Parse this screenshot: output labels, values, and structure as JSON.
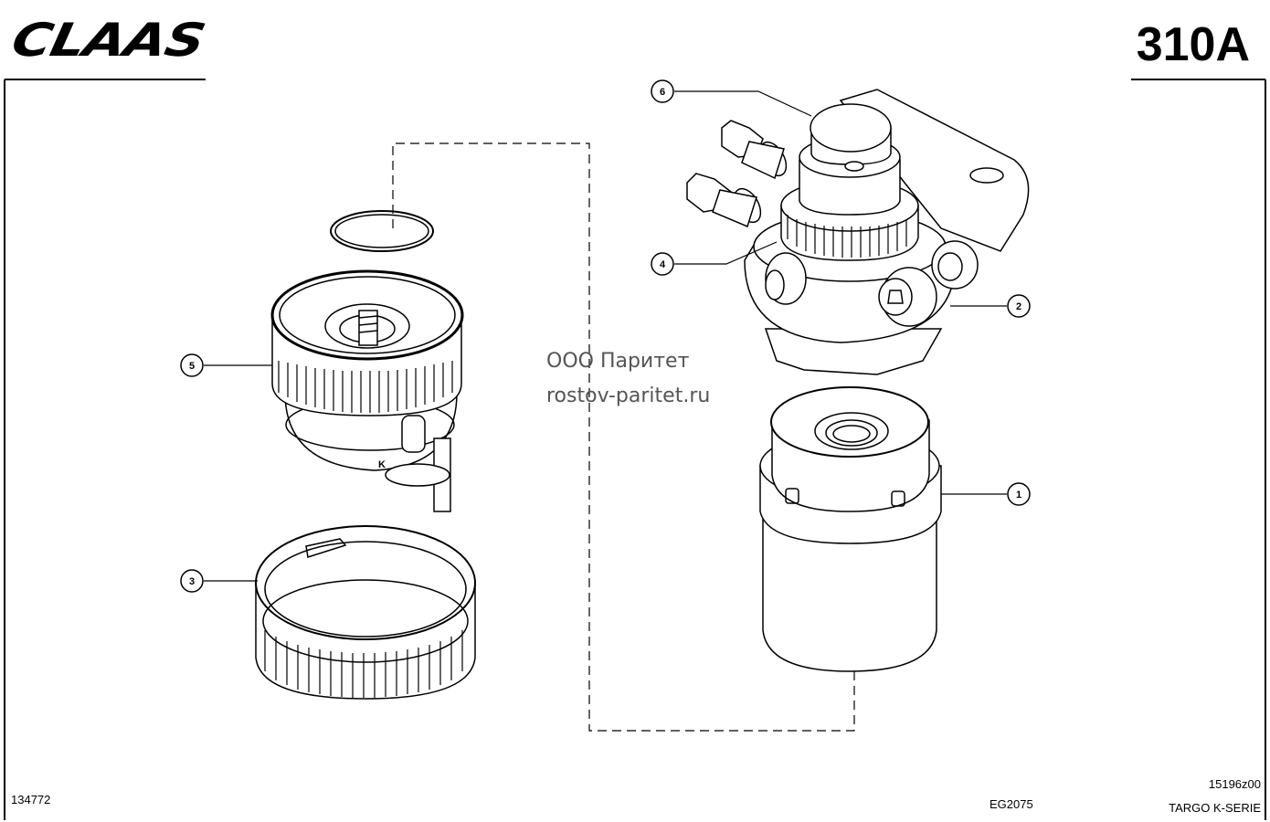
{
  "header": {
    "brand": "CLAAS",
    "page_number": "310A"
  },
  "watermark": {
    "line1": "ООО Паритет",
    "line2": "rostov-paritet.ru"
  },
  "callouts": [
    "1",
    "2",
    "3",
    "4",
    "5",
    "6"
  ],
  "footer": {
    "left_number": "134772",
    "center_code": "EG2075",
    "drawing_code": "15196z00",
    "series": "TARGO K-SERIE"
  }
}
